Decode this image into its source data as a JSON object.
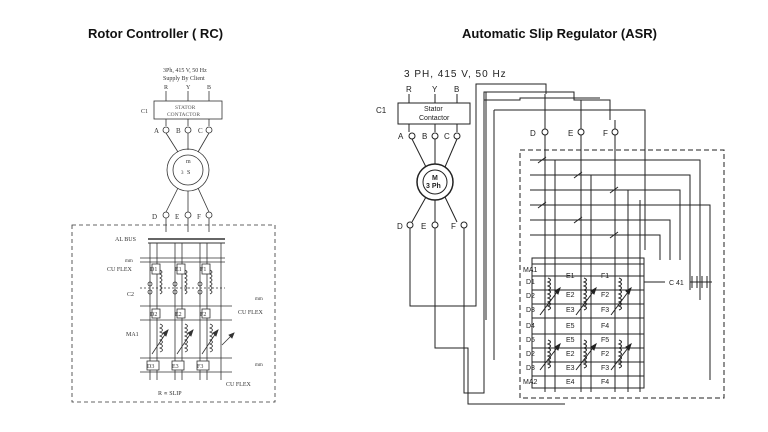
{
  "rc": {
    "title": "Rotor Controller ( RC)",
    "supply_line1": "3Ph, 415 V, 50 Hz",
    "supply_line2": "Supply By Client",
    "phases": [
      "R",
      "Y",
      "B"
    ],
    "contactor_label": "C1",
    "contactor_line1": "STATOR",
    "contactor_line2": "CONTACTOR",
    "stator_terminals": [
      "A",
      "B",
      "C"
    ],
    "motor_line1": "m",
    "motor_line2": "3",
    "motor_line3": "S",
    "rotor_terminals": [
      "D",
      "E",
      "F"
    ],
    "al_bus": "AL BUS",
    "cu_flex_top": "CU FLEX",
    "mm_top": "mm",
    "c2": "C2",
    "resistor_tags_top": [
      "D1",
      "E1",
      "F1"
    ],
    "resistor_tags_mid": [
      "D2",
      "E2",
      "F2"
    ],
    "resistor_tags_bot": [
      "D3",
      "E3",
      "F3"
    ],
    "mm_mid": "mm",
    "cu_flex_mid": "CU FLEX",
    "ma1": "MA1",
    "mm_bot": "mm",
    "cu_flex_bot": "CU FLEX",
    "slip_label": "R ∝ SLIP"
  },
  "asr": {
    "title": "Automatic Slip Regulator (ASR)",
    "supply": "3 PH, 415 V, 50 Hz",
    "phases": [
      "R",
      "Y",
      "B"
    ],
    "contactor_label": "C1",
    "contactor_line1": "Stator",
    "contactor_line2": "Contactor",
    "stator_terminals": [
      "A",
      "B",
      "C"
    ],
    "motor_line1": "M",
    "motor_line2": "3 Ph",
    "rotor_terminals": [
      "D",
      "E",
      "F"
    ],
    "top_terminals": [
      "D",
      "E",
      "F"
    ],
    "ma1": "MA1",
    "col1_tags": [
      "D1",
      "D2",
      "D3",
      "D4",
      "D5",
      "D2",
      "D3",
      "MA2"
    ],
    "col2_tags": [
      "E1",
      "E2",
      "E3",
      "E5",
      "E5",
      "E2",
      "E3",
      "E4"
    ],
    "col3_tags": [
      "F1",
      "F2",
      "F3",
      "F4",
      "F5",
      "F2",
      "F3",
      "F4"
    ],
    "c41": "C 41"
  }
}
